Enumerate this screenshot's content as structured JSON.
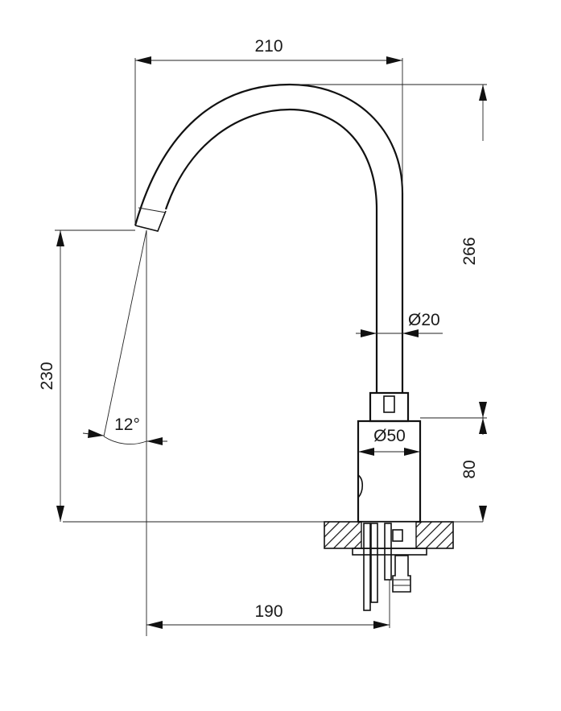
{
  "dimensions": {
    "width_top": "210",
    "height_total": "266",
    "spout_height": "230",
    "diameter_pipe": "Ø20",
    "diameter_body": "Ø50",
    "body_height": "80",
    "angle": "12°",
    "reach": "190"
  }
}
